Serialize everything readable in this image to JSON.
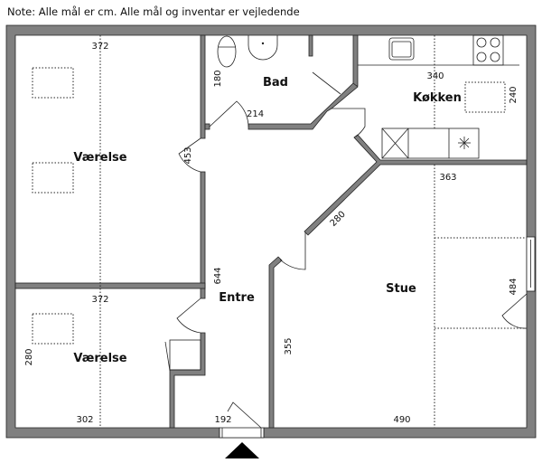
{
  "note": "Note: Alle mål er cm. Alle mål og inventar er vejledende",
  "rooms": {
    "vaerelse_top": {
      "label": "Værelse",
      "width": "372",
      "depth": "453"
    },
    "bad": {
      "label": "Bad",
      "depth": "180",
      "width": "214"
    },
    "kokken": {
      "label": "Køkken",
      "width": "340",
      "depth": "240"
    },
    "stue": {
      "label": "Stue",
      "width_top": "363",
      "width_bottom": "490",
      "depth": "484",
      "left_depth": "355",
      "diag": "280"
    },
    "entre": {
      "label": "Entre",
      "depth": "644",
      "width": "192"
    },
    "vaerelse_bottom": {
      "label": "Værelse",
      "width_top": "372",
      "width_bottom": "302",
      "depth": "280"
    }
  }
}
